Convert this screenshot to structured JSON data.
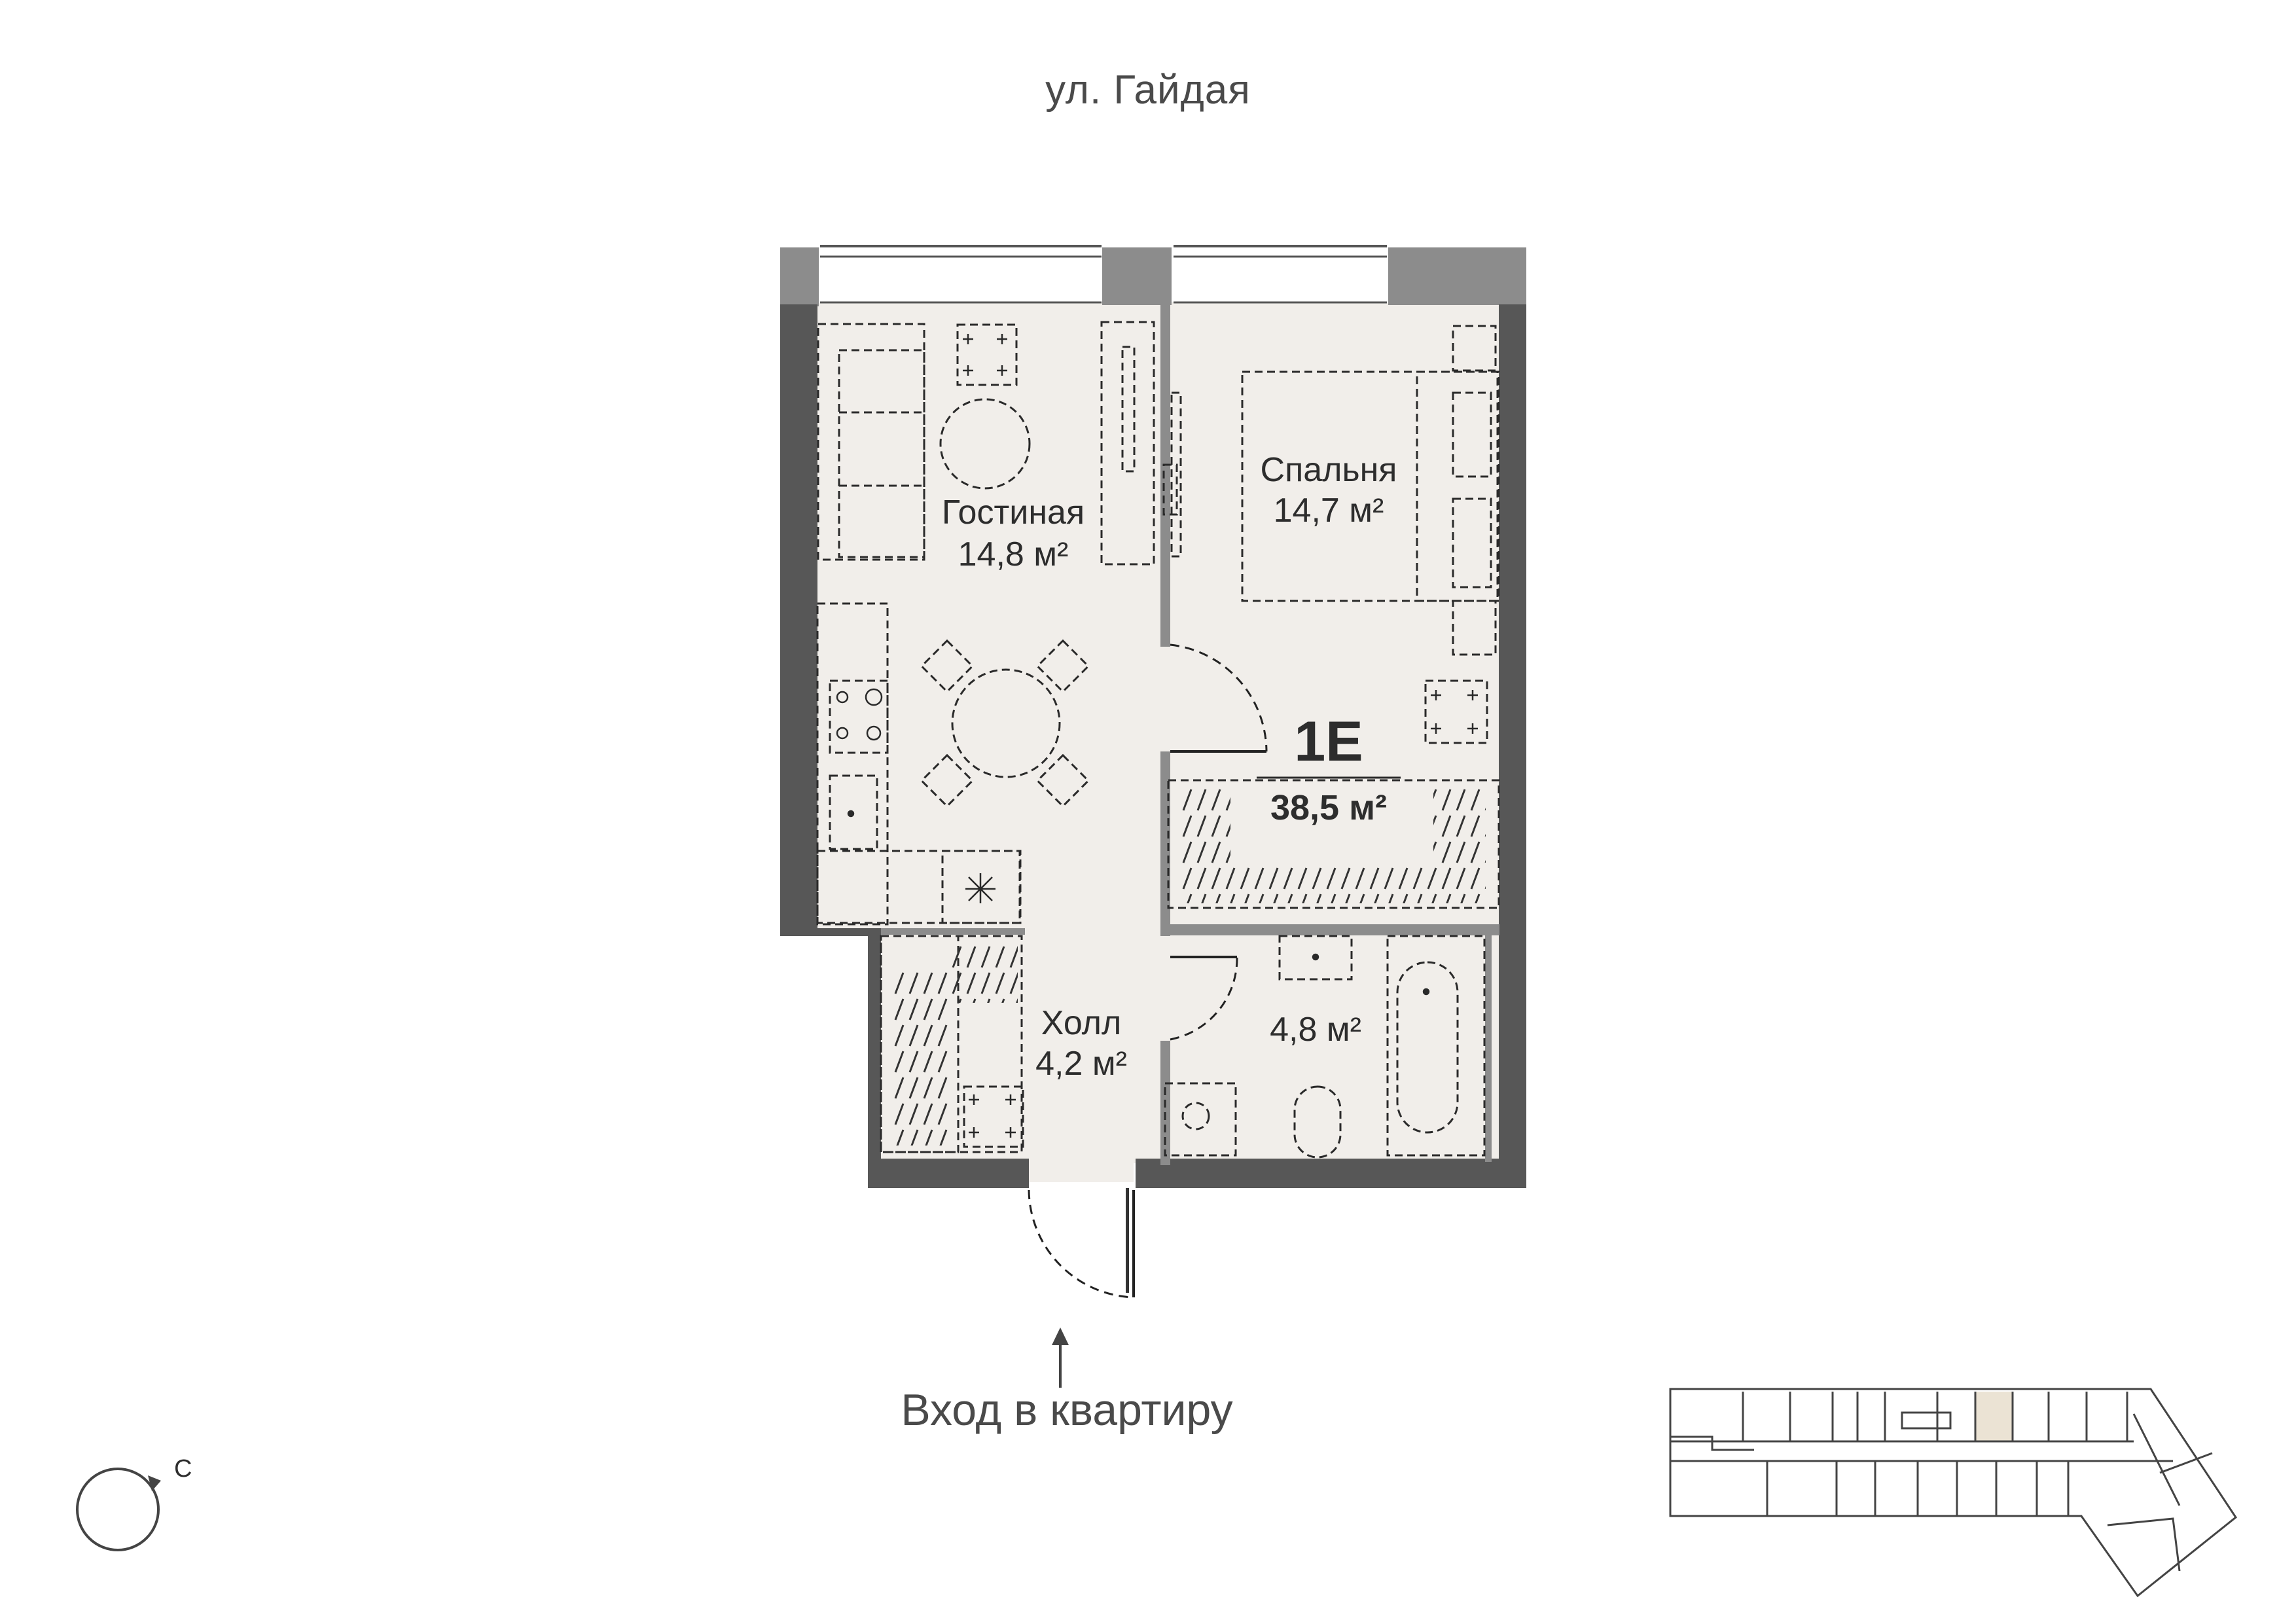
{
  "street": {
    "name": "ул. Гайдая"
  },
  "apartment": {
    "code": "1E",
    "total_area": "38,5 м²"
  },
  "rooms": {
    "living": {
      "name": "Гостиная",
      "area": "14,8 м²"
    },
    "bedroom": {
      "name": "Спальня",
      "area": "14,7 м²"
    },
    "hall": {
      "name": "Холл",
      "area": "4,2 м²"
    },
    "bathroom": {
      "area": "4,8 м²"
    }
  },
  "entrance": {
    "label": "Вход в квартиру"
  },
  "compass": {
    "label": "С"
  },
  "colors": {
    "floor": "#f1eeea",
    "wall_outer": "#575757",
    "wall_inner": "#8c8c8c",
    "lines": "#333333",
    "highlight": "#ebe3d4"
  }
}
